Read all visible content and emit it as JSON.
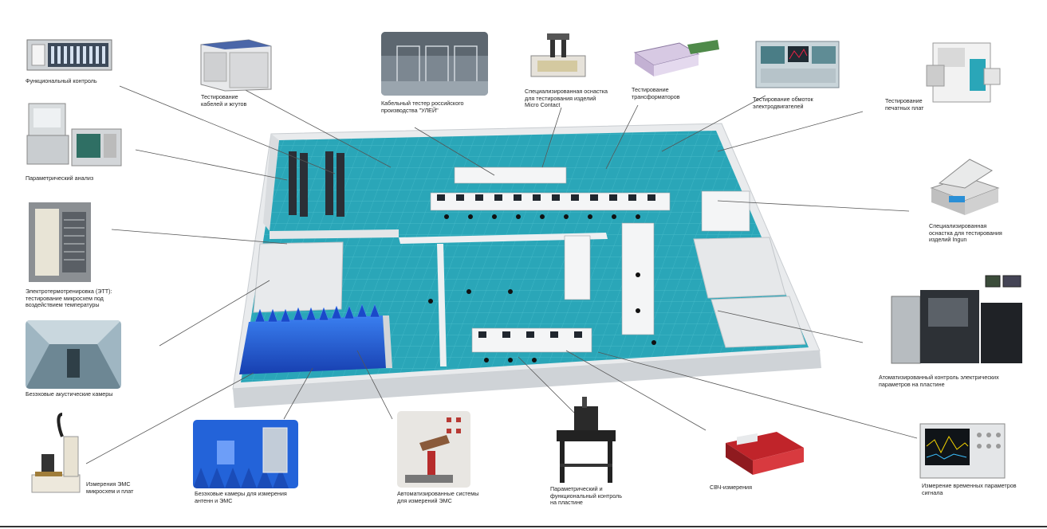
{
  "diagram": {
    "colors": {
      "floor": "#2aa6b8",
      "floor_light": "#43bccb",
      "wall_top": "#f2f2f2",
      "wall_side": "#d4d7da",
      "wall_shadow": "#b9bdc1",
      "leader_line": "#555555",
      "rack": "#2b2f36",
      "chamber": "#1f5fd6"
    },
    "labels": [
      {
        "key": "func_control",
        "text": "Функциональный контроль"
      },
      {
        "key": "param_analysis",
        "text": "Параметрический анализ"
      },
      {
        "key": "ett",
        "text": "Электротермотренировка (ЭТТ):\nтестирование микросхем под\nвоздействием температуры"
      },
      {
        "key": "anechoic",
        "text": "Безэховые акустические камеры"
      },
      {
        "key": "emc_micro",
        "text": "Измерения ЭМС\nмикросхем и плат"
      },
      {
        "key": "cable_test",
        "text": "Тестирование\nкабелей и жгутов"
      },
      {
        "key": "cable_tester_ru",
        "text": "Кабельный тестер российского\nпроизводства \"УЛЕЙ\""
      },
      {
        "key": "micro_contact",
        "text": "Специализированная оснастка\nдля тестирования изделий\nMicro Contact"
      },
      {
        "key": "transformers",
        "text": "Тестирование\nтрансформаторов"
      },
      {
        "key": "motor_windings",
        "text": "Тестирование обмоток\nэлектродвигателей"
      },
      {
        "key": "pcb_test",
        "text": "Тестирование\nпечатных плат"
      },
      {
        "key": "ingun",
        "text": "Специализированная\nоснастка для тестирования\nизделий Ingun"
      },
      {
        "key": "wafer_auto",
        "text": "Атоматизированный контроль электрических\nпараметров на пластине"
      },
      {
        "key": "timing",
        "text": "Измерение временных параметров\nсигнала"
      },
      {
        "key": "microwave",
        "text": "СВЧ-измерения"
      },
      {
        "key": "wafer_param",
        "text": "Параметрический и\nфункциональный контроль\nна пластине"
      },
      {
        "key": "emc_auto",
        "text": "Автоматизированные системы\nдля измерений ЭМС"
      },
      {
        "key": "antenna_chambers",
        "text": "Безэховые камеры для измерения\nантенн и ЭМС"
      }
    ]
  }
}
